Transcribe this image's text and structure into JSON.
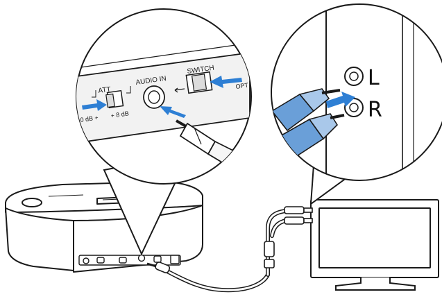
{
  "colors": {
    "line": "#1a1a1a",
    "accent": "#2e7fd4",
    "plug": "#6a9fd8",
    "plug_light": "#a9c8ea",
    "panel": "#f2f2f2"
  },
  "icons": [
    "arrow-icon",
    "audio-plug-icon",
    "rca-plug-icon",
    "tv-icon",
    "dock-station-icon"
  ],
  "callout_left": {
    "att_label": "ATT",
    "att_left_label": "0 dB +",
    "att_right_label": "+ 8 dB",
    "audio_in_label": "AUDIO IN",
    "switch_label": "SWITCH",
    "opt_label": "OPT"
  },
  "callout_right": {
    "left_jack_label": "L",
    "right_jack_label": "R"
  }
}
